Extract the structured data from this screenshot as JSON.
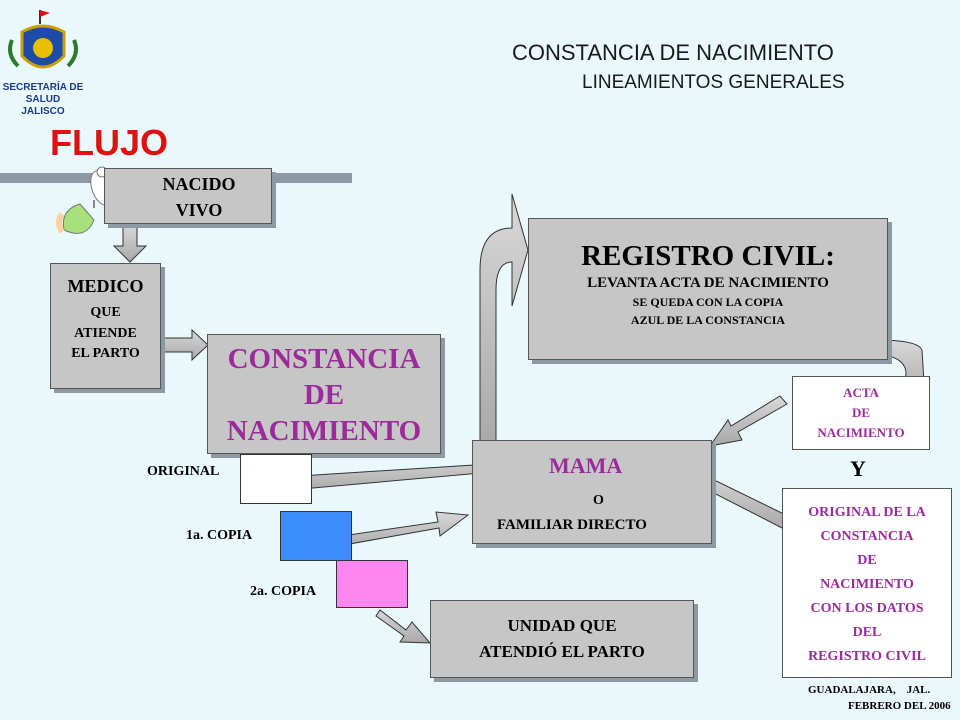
{
  "header": {
    "logo_text": [
      "SECRETARÍA DE",
      "SALUD",
      "JALISCO"
    ],
    "title": "CONSTANCIA DE NACIMIENTO",
    "subtitle": "LINEAMIENTOS GENERALES",
    "flujo": "FLUJO"
  },
  "nodes": {
    "nacido": [
      "NACIDO",
      "VIVO"
    ],
    "medico": {
      "title": "MEDICO",
      "lines": [
        "QUE",
        "ATIENDE",
        "EL PARTO"
      ]
    },
    "constancia": [
      "CONSTANCIA",
      "DE",
      "NACIMIENTO"
    ],
    "registro": {
      "title": "REGISTRO CIVIL:",
      "line1": "LEVANTA ACTA DE NACIMIENTO",
      "line2": "SE QUEDA CON LA COPIA",
      "line3": "AZUL DE LA CONSTANCIA"
    },
    "mama": {
      "title": "MAMA",
      "o": "O",
      "familiar": "FAMILIAR DIRECTO"
    },
    "unidad": [
      "UNIDAD QUE",
      "ATENDIÓ EL PARTO"
    ],
    "acta": [
      "ACTA",
      "DE",
      "NACIMIENTO"
    ],
    "y": "Y",
    "original_registro": [
      "ORIGINAL DE LA",
      "CONSTANCIA",
      "DE",
      "NACIMIENTO",
      "CON LOS DATOS",
      "DEL",
      "REGISTRO CIVIL"
    ]
  },
  "copies": {
    "original": "ORIGINAL",
    "primera": "1a. COPIA",
    "segunda": "2a. COPIA"
  },
  "footer": {
    "city": "GUADALAJARA,    JAL.",
    "date": "FEBRERO DEL 2006"
  },
  "colors": {
    "background": "#e9f8fb",
    "box_gray": "#c6c6c6",
    "purple_text": "#9b2a9b",
    "red_title": "#e01010",
    "copy_blue": "#3f8cff",
    "copy_pink": "#ff88f0",
    "bar": "#8d9aa3"
  }
}
